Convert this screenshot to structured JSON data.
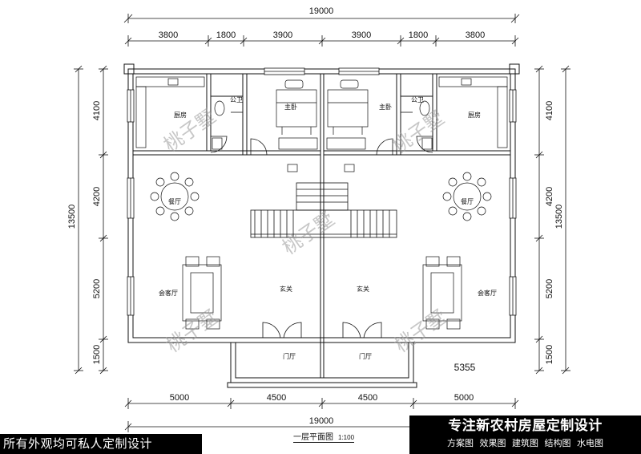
{
  "dims": {
    "total_top": "19000",
    "top_segments": [
      "3800",
      "1800",
      "3900",
      "3900",
      "1800",
      "3800"
    ],
    "left_segments": [
      "4100",
      "4200",
      "5200",
      "1500"
    ],
    "left_total": "13500",
    "right_segments": [
      "4100",
      "4200",
      "5200",
      "1500"
    ],
    "right_total": "13500",
    "bottom_segments": [
      "5000",
      "4500",
      "4500",
      "5000"
    ],
    "total_bottom": "19000"
  },
  "rooms": {
    "kitchen": "厨房",
    "public_bath": "公卫",
    "master_bedroom": "主卧",
    "dining": "餐厅",
    "living": "会客厅",
    "foyer": "玄关",
    "entry_hall": "门厅"
  },
  "area_label": "5355",
  "watermark": "桃子墅",
  "caption": {
    "title": "一层平面图",
    "scale": "1:100"
  },
  "banner_left": "所有外观均可私人定制设计",
  "banner_right": {
    "headline": "专注新农村房屋定制设计",
    "services": "方案图 效果图 建筑图 结构图 水电图"
  }
}
